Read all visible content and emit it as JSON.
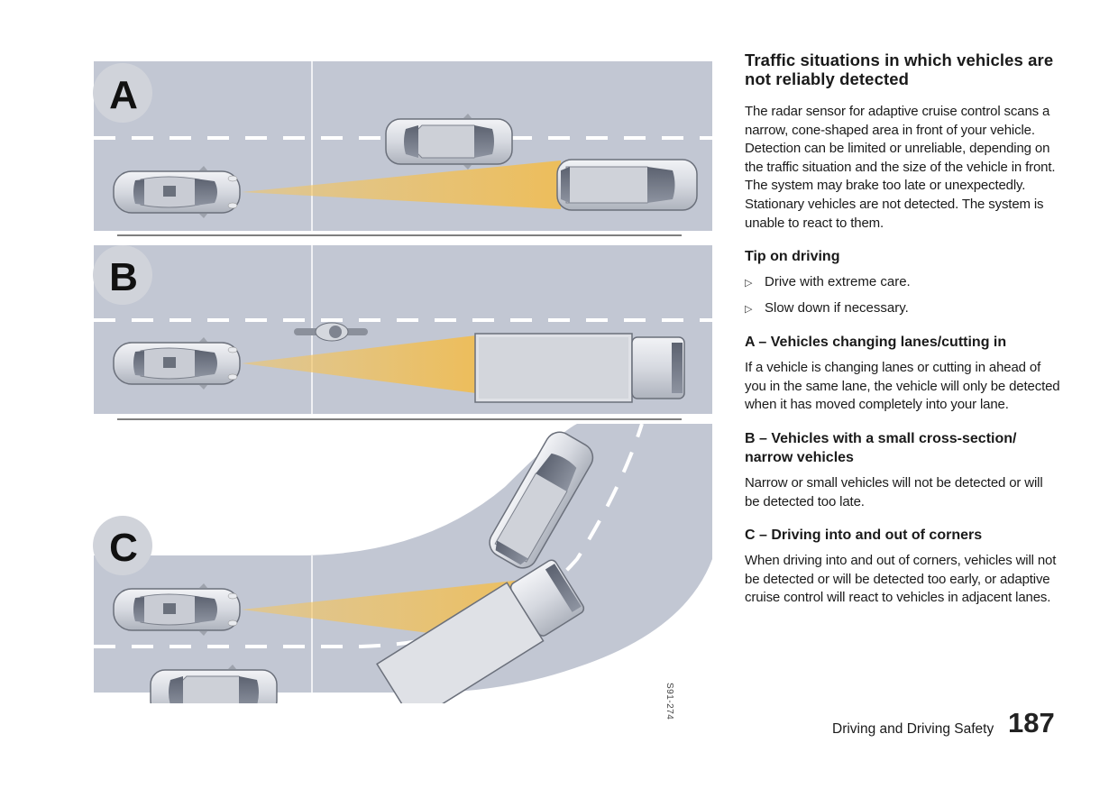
{
  "figure": {
    "panel_labels": [
      "A",
      "B",
      "C"
    ],
    "figure_code": "S91-274",
    "colors": {
      "road": "#c2c7d3",
      "radar_cone": "#f3c665",
      "lane_marking": "#ffffff",
      "label_badge": "#d0d3da"
    }
  },
  "article": {
    "title": "Traffic situations in which vehicles are not reliably detected",
    "intro_1": "The radar sensor for adaptive cruise control scans a narrow, cone-shaped area in front of your vehicle.",
    "intro_2": "Detection can be limited or unreliable, depending on the traffic situation and the size of the vehicle in front. The system may brake too late or unexpectedly. Stationary vehicles are not detected. The system is unable to react to them.",
    "tip_heading": "Tip on driving",
    "tips": [
      "Drive with extreme care.",
      "Slow down if necessary."
    ],
    "tip_icon": "triangle-bullet-icon",
    "section_a_heading": "A – Vehicles changing lanes/cutting in",
    "section_a_text": "If a vehicle is changing lanes or cutting in ahead of you in the same lane, the vehicle will only be detected when it has moved completely into your lane.",
    "section_b_heading": "B – Vehicles with a small cross-section/ narrow vehicles",
    "section_b_text": "Narrow or small vehicles will not be detected or will be detected too late.",
    "section_c_heading": "C – Driving into and out of corners",
    "section_c_text": "When driving into and out of corners, vehicles will not be detected or will be detected too early, or adaptive cruise control will react to vehicles in adjacent lanes."
  },
  "footer": {
    "section_label": "Driving and Driving Safety",
    "page_number": "187"
  }
}
